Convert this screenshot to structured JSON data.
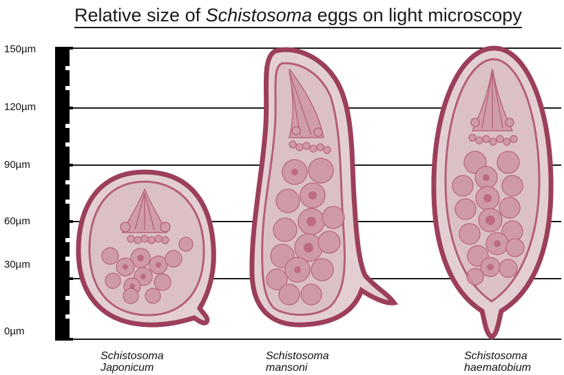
{
  "title": {
    "prefix": "Relative size of ",
    "genus": "Schistosoma",
    "suffix": " eggs on light microscopy"
  },
  "scale": {
    "labels": [
      "150µm",
      "120µm",
      "90µm",
      "60µm",
      "30µm",
      "0µm"
    ]
  },
  "species": [
    {
      "genus": "Schistosoma",
      "name": "Japonicum"
    },
    {
      "genus": "Schistosoma",
      "name": "mansoni"
    },
    {
      "genus": "Schistosoma",
      "name": "haematobium"
    }
  ],
  "colors": {
    "outer_shell": "#9c3f5b",
    "shell_fill": "#e2cdd0",
    "inner_line": "#b45d78",
    "inner_fill": "#dcc2c5",
    "cell": "#c98a9a",
    "cell_core": "#b8607a",
    "ruler": "#000000",
    "grid": "#1a1a1a"
  }
}
